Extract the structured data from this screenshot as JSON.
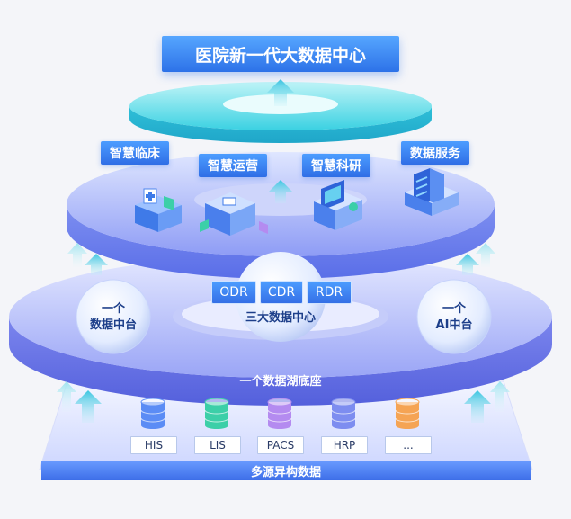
{
  "title": "医院新一代大数据中心",
  "top_ring": {
    "apps": [
      {
        "label": "智慧临床",
        "icon": "hospital-building-icon"
      },
      {
        "label": "智慧运营",
        "icon": "operations-cube-icon"
      },
      {
        "label": "智慧科研",
        "icon": "research-monitor-icon"
      },
      {
        "label": "数据服务",
        "icon": "data-server-icon"
      }
    ]
  },
  "middle_ring": {
    "left_circle": [
      "一个",
      "数据中台"
    ],
    "right_circle": [
      "一个",
      "AI中台"
    ],
    "center_codes": [
      "ODR",
      "CDR",
      "RDR"
    ],
    "center_label": "三大数据中心",
    "base_label": "一个数据湖底座"
  },
  "sources": {
    "items": [
      {
        "label": "HIS",
        "color": "#5b8cf5"
      },
      {
        "label": "LIS",
        "color": "#3ccfa8"
      },
      {
        "label": "PACS",
        "color": "#b48bf0"
      },
      {
        "label": "HRP",
        "color": "#7d8df0"
      },
      {
        "label": "...",
        "color": "#f5a454"
      }
    ],
    "base_label": "多源异构数据"
  },
  "colors": {
    "accent_blue": "#2d72e8",
    "ring_cyan": "#49d6e6",
    "ring_indigo": "#6c7cf0",
    "arrow_cyan": "#6fd2e6"
  }
}
